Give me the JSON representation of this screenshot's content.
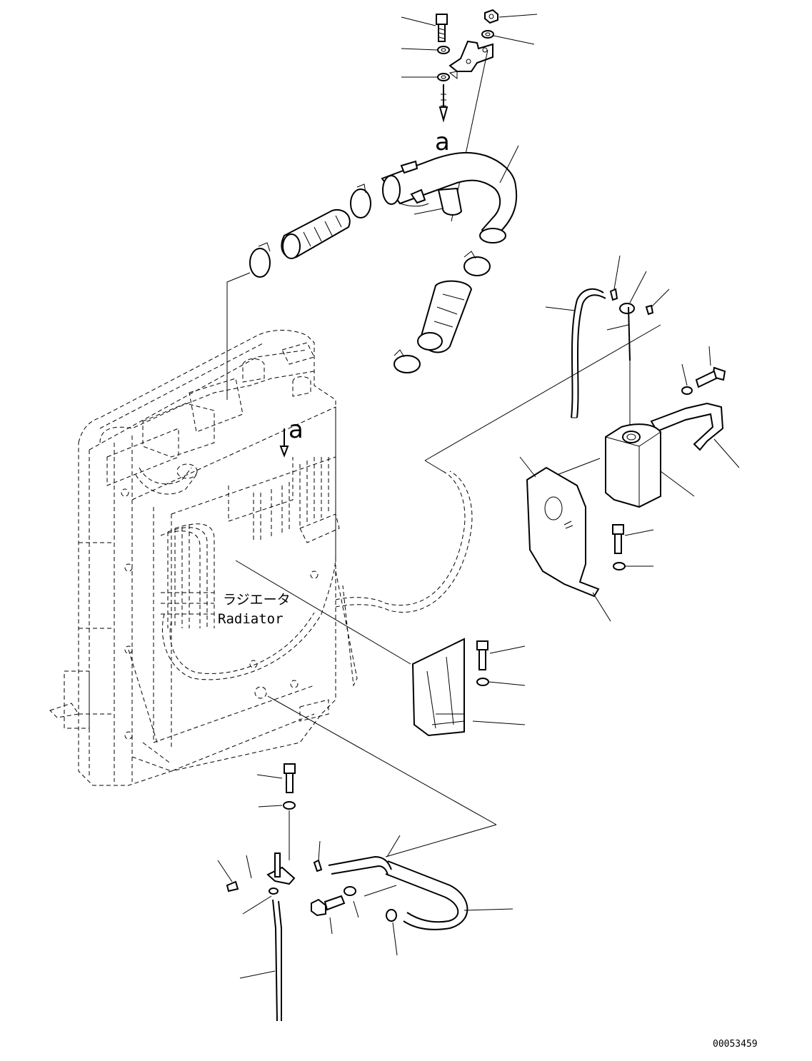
{
  "diagram": {
    "label_a_top": "a",
    "label_a_radiator": "a",
    "radiator_label_jp": "ラジエータ",
    "radiator_label_en": "Radiator",
    "document_number": "00053459"
  }
}
